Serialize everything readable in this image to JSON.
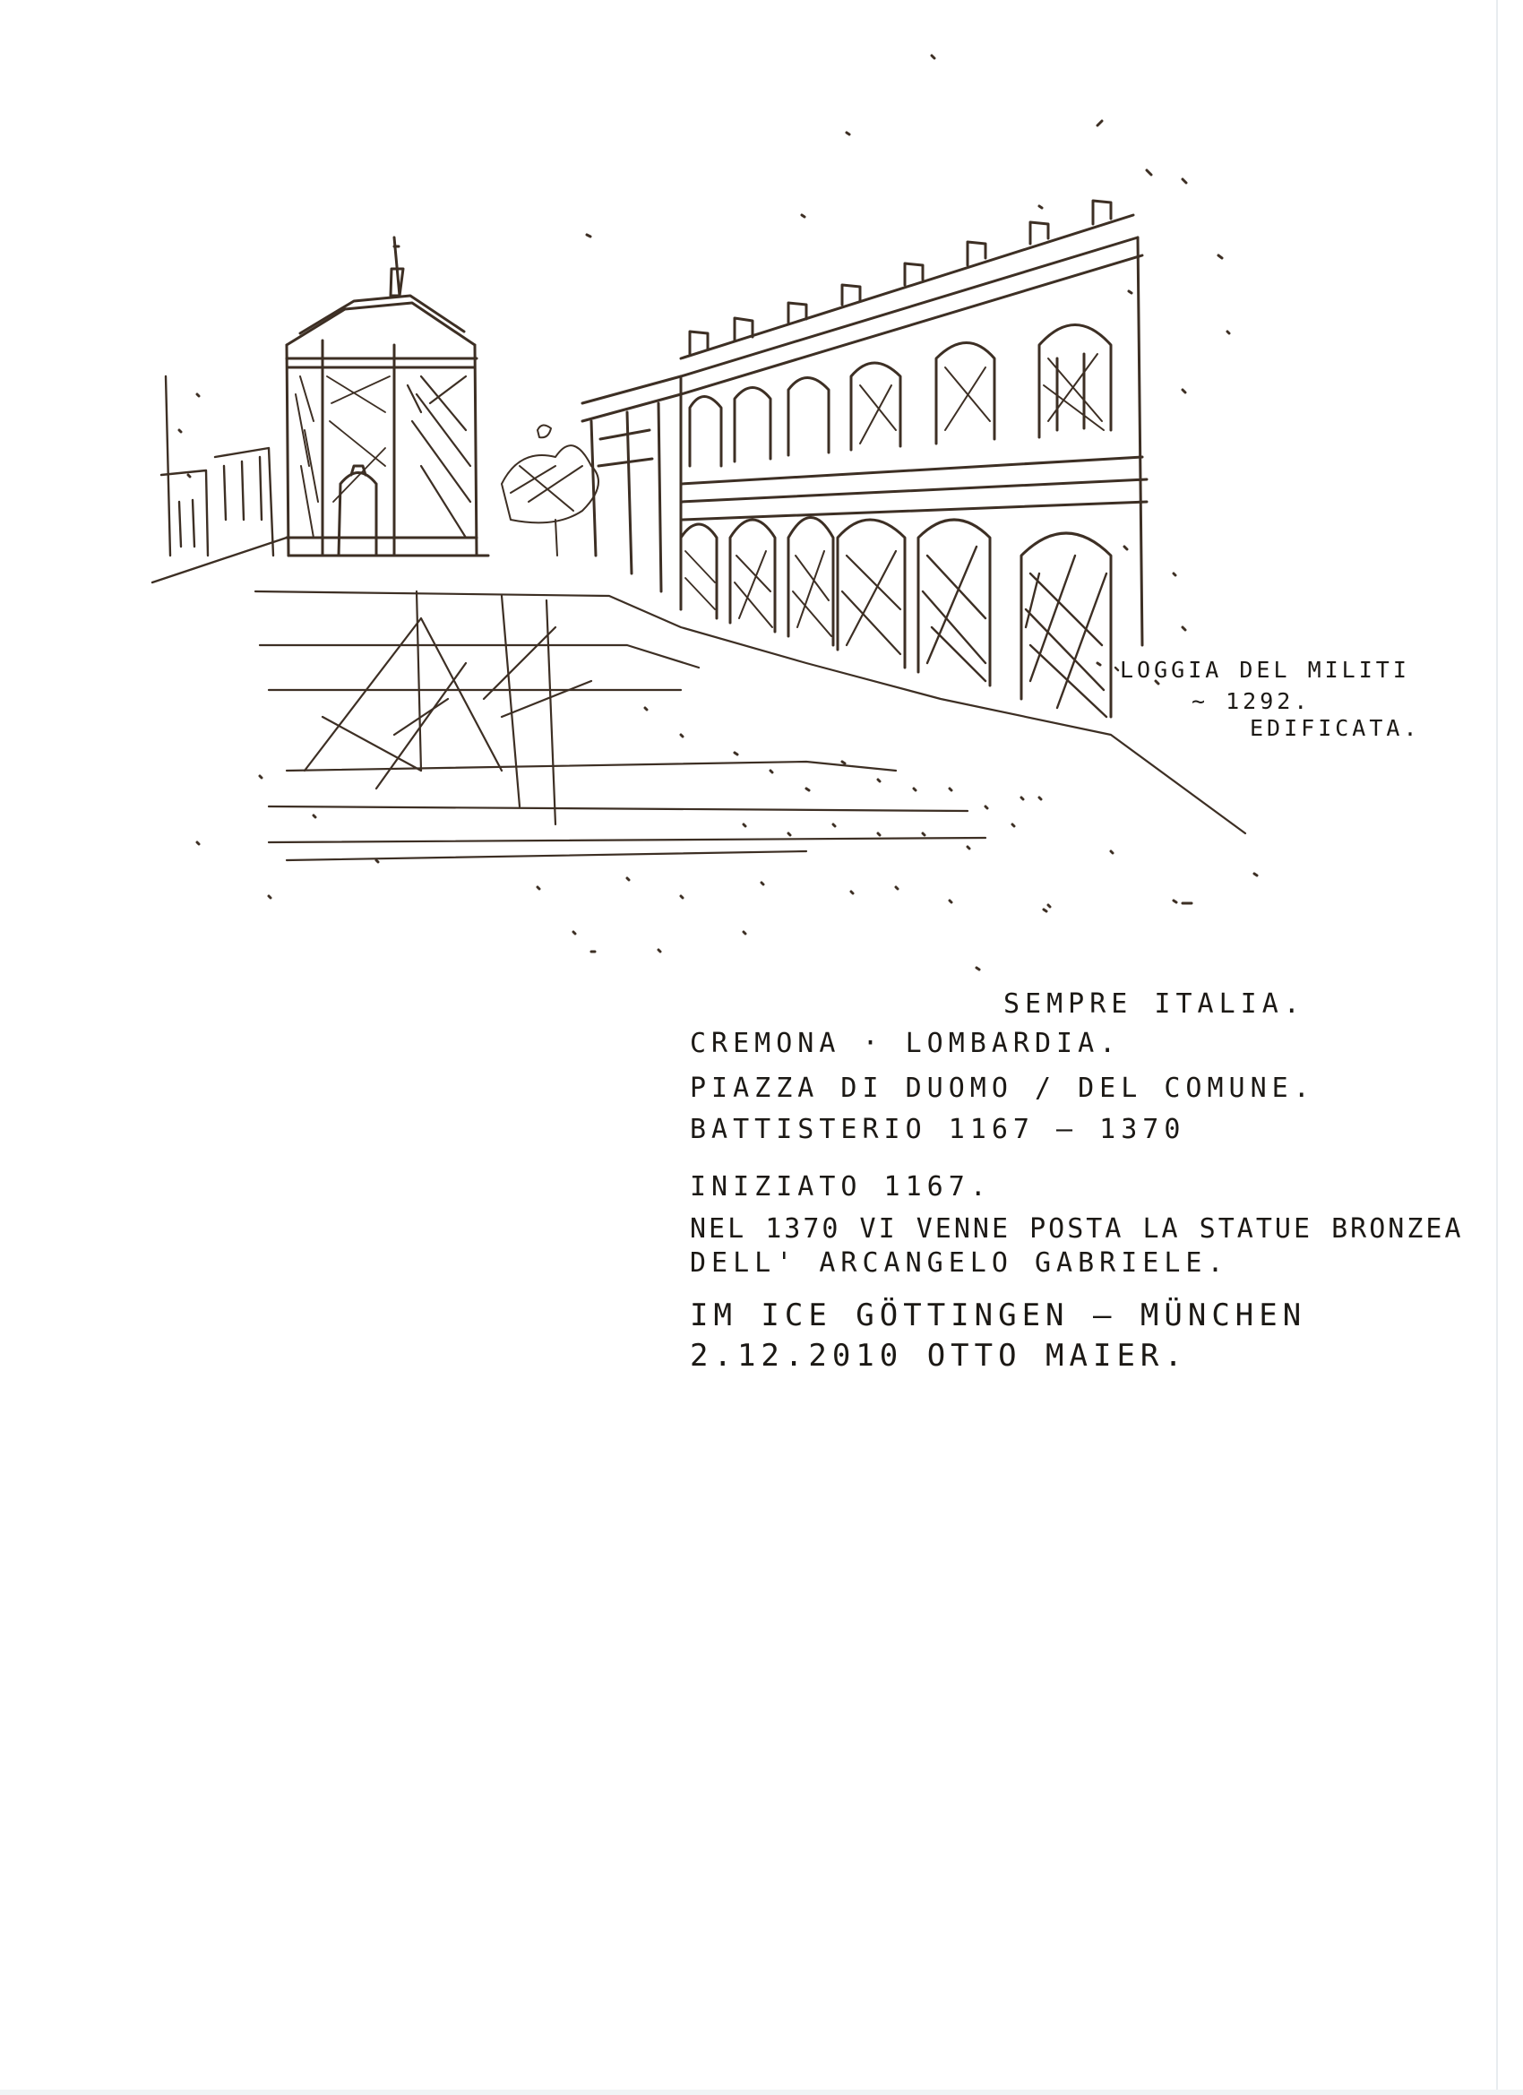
{
  "sketch": {
    "annotation": [
      "LOGGIA DEL MILITI",
      "~ 1292.",
      "EDIFICATA."
    ],
    "ink_color": "#3d2f24"
  },
  "notes": {
    "line1": "SEMPRE ITALIA.",
    "line2": "CREMONA · LOMBARDIA.",
    "line3": "PIAZZA DI DUOMO / DEL COMUNE.",
    "line4": "BATTISTERIO 1167 – 1370",
    "line5": "INIZIATO 1167.",
    "line6": "NEL 1370 VI VENNE POSTA LA STATUE BRONZEA",
    "line7": "DELL' ARCANGELO GABRIELE.",
    "line8": "IM ICE GÖTTINGEN – MÜNCHEN",
    "line9": "2.12.2010   OTTO MAIER."
  }
}
